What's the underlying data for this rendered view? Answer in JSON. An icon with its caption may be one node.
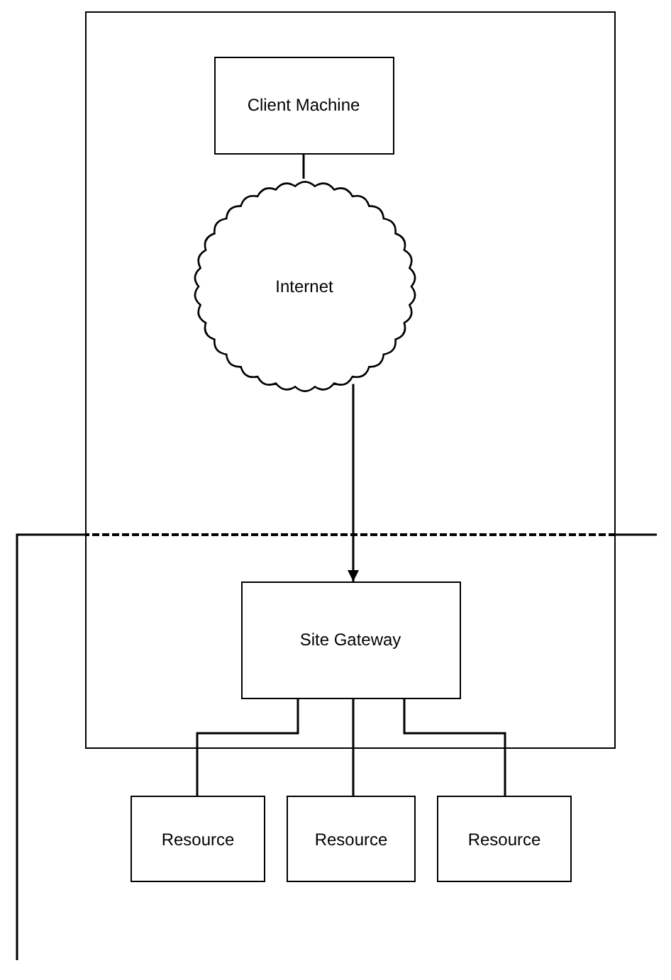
{
  "diagram": {
    "nodes": [
      {
        "text": [],
        "shape": "box"
      },
      {
        "text": [
          "Client Machine"
        ],
        "in": 0
      },
      {
        "text": [
          "Internet"
        ],
        "in": 0
      },
      {
        "text": [
          "Site Gateway"
        ],
        "in": 0
      },
      {
        "text": [
          "Resource"
        ]
      },
      {
        "text": [
          "Resource"
        ]
      },
      {
        "text": [
          "Resource"
        ]
      }
    ],
    "edges": [
      {
        "from": 1,
        "to": 2,
        "arrow": "none"
      },
      {
        "from": 2,
        "to": 3,
        "arrow": "to"
      },
      {
        "from": 3,
        "to": 4,
        "arrow": "none"
      },
      {
        "from": 3,
        "to": 5,
        "arrow": "none"
      },
      {
        "from": 3,
        "to": 6,
        "arrow": "none"
      }
    ]
  }
}
